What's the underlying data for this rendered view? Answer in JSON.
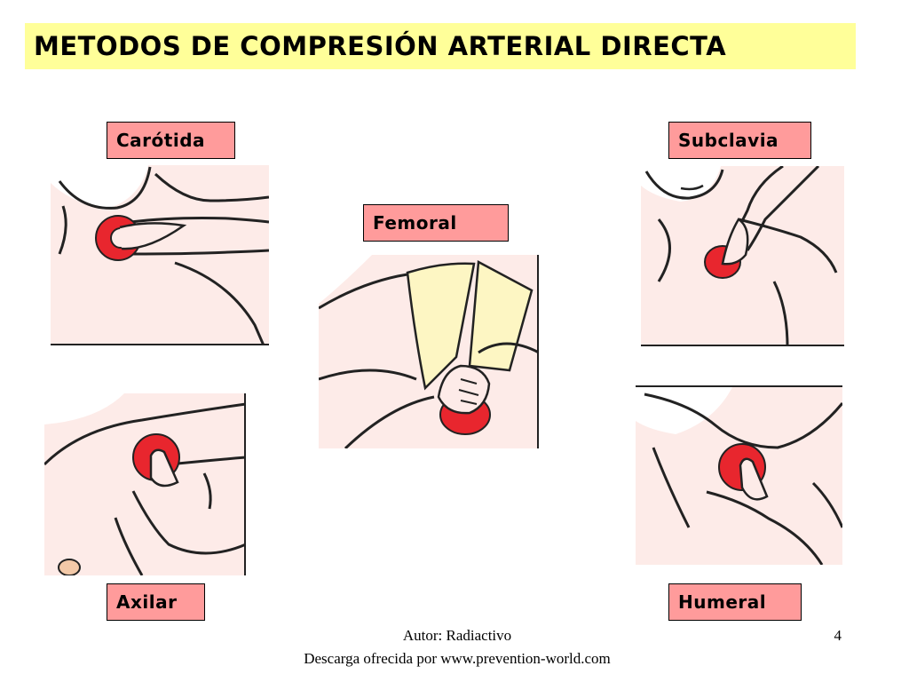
{
  "slide": {
    "title": "METODOS DE COMPRESIÓN ARTERIAL DIRECTA",
    "page_number": "4"
  },
  "labels": {
    "carotida": "Carótida",
    "subclavia": "Subclavia",
    "femoral": "Femoral",
    "axilar": "Axilar",
    "humeral": "Humeral"
  },
  "footer": {
    "author": "Autor: Radiactivo",
    "download": "Descarga ofrecida por www.prevention-world.com"
  },
  "colors": {
    "title_bg": "#ffff99",
    "label_bg": "#ff9b9b",
    "skin": "#fdebe8",
    "pressure_point": "#e8262e",
    "fabric": "#fdf6c3"
  },
  "illustrations": [
    {
      "name": "carotida-illustration",
      "depicts": "finger compressing carotid artery on neck"
    },
    {
      "name": "subclavia-illustration",
      "depicts": "fingers compressing subclavian artery above clavicle"
    },
    {
      "name": "femoral-illustration",
      "depicts": "fist compressing femoral artery in groin"
    },
    {
      "name": "axilar-illustration",
      "depicts": "thumb compressing axillary artery in armpit"
    },
    {
      "name": "humeral-illustration",
      "depicts": "thumb compressing brachial artery on upper arm"
    }
  ]
}
